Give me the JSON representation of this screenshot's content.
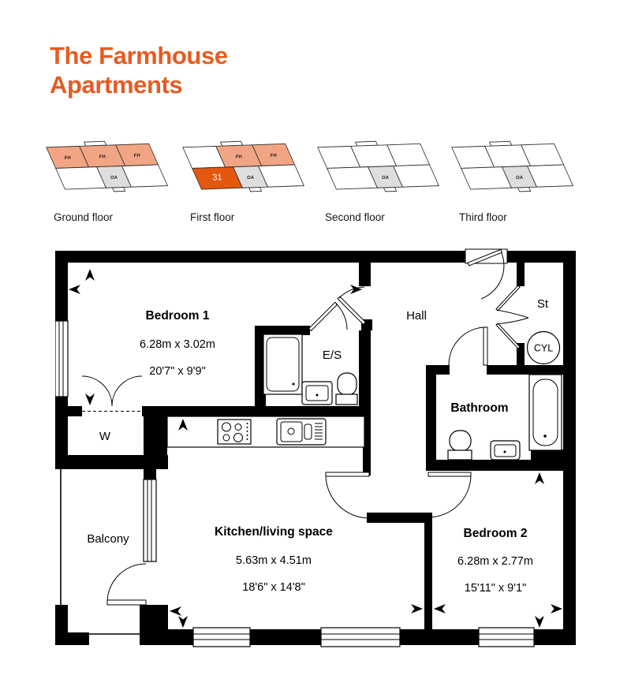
{
  "header": {
    "title_line1": "The Farmhouse",
    "title_line2": "Apartments",
    "accent_color": "#E75B21"
  },
  "floor_selector": {
    "unit_label": "FH",
    "core_label": "OA",
    "selected_unit_number": "31",
    "colors": {
      "available_fill": "#F2A584",
      "selected_fill": "#E4570E",
      "core_fill": "#DEDEDE"
    },
    "floors": [
      {
        "label": "Ground floor"
      },
      {
        "label": "First floor"
      },
      {
        "label": "Second floor"
      },
      {
        "label": "Third floor"
      }
    ]
  },
  "floorplan": {
    "rooms": {
      "bedroom1": {
        "name": "Bedroom 1",
        "metric": "6.28m x 3.02m",
        "imperial": "20'7\" x 9'9\""
      },
      "kitchen_living": {
        "name": "Kitchen/living space",
        "metric": "5.63m x 4.51m",
        "imperial": "18'6\" x 14'8\""
      },
      "bedroom2": {
        "name": "Bedroom 2",
        "metric": "6.28m x 2.77m",
        "imperial": "15'11\" x 9'1\""
      },
      "hall": {
        "name": "Hall"
      },
      "bathroom": {
        "name": "Bathroom"
      },
      "ensuite": {
        "name": "E/S"
      },
      "store": {
        "name": "St"
      },
      "cylinder": {
        "name": "CYL"
      },
      "wardrobe": {
        "name": "W"
      },
      "balcony": {
        "name": "Balcony"
      }
    }
  }
}
